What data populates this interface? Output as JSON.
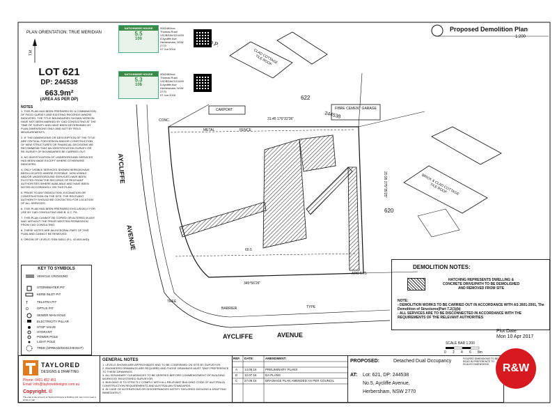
{
  "header": {
    "title": "Proposed Demolition Plan",
    "scale": "1:200",
    "orientation": "PLAN ORIENTATION: TRUE MERIDIAN",
    "tm": "T.M."
  },
  "lot": {
    "lot_no": "LOT 621",
    "dp": "DP: 244538",
    "area": "663.9m²",
    "area_note": "(AREA AS PER DP)"
  },
  "certificates": [
    {
      "brand": "NATIONWIDE HOUSE",
      "stars": "5.5",
      "rating": "100",
      "info": [
        "0002489xxx",
        "Thomas Rush",
        "VIC/BDAV/12/1490",
        "5 Aycliffe Ave",
        "Herbersham, NSW",
        "2770",
        "07 Jun 2016"
      ]
    },
    {
      "brand": "NATIONWIDE HOUSE",
      "stars": "5.3",
      "rating": "106",
      "info": [
        "0002489xxx",
        "Thomas Rush",
        "VIC/BDAV/12/1490",
        "5 Aycliffe Ave",
        "Herbersham, NSW",
        "2770",
        "07 Jun 2016"
      ]
    }
  ],
  "notes": {
    "title": "NOTES",
    "items": [
      "1. THIS PLAN HAS BEEN PREPARED BY A COMBINATION OF FIELD SURVEY AND EXISTING RECORDS WHERE INDICATED. THE TITLE BOUNDARIES SHOWN HEREON HAVE NOT BEEN MARKED BY CAD CONSULTING AT THE TIME OF SURVEY AND HAVE BEEN DETERMINED BY PLAN DIMENSIONS ONLY AND NOT BY FIELD MEASUREMENTS.",
      "2. IF THE DIMENSIONS OR DESCRIPTION OF THE TITLE ARE CRITICAL FOR DESIGN AND/OR CONSTRUCTION OF NEW STRUCTURES OR FINANCIAL DECISIONS WE RECOMMEND THAT AN IDENTIFICATION SURVEY OR RE-SURVEY OF BOUNDARIES BE CARRIED OUT.",
      "3. NO INVESTIGATION OF UNDERGROUND SERVICES HAS BEEN MADE EXCEPT WHERE OTHERWISE INDICATED.",
      "4. ONLY VISIBLE SERVICES SHOWN HEREON HAVE BEEN LOCATED WHERE POSSIBLE. NON VISIBLE AND/OR UNDERGROUND SERVICES HAVE BEEN PLOTTED FROM THE RECORDS OF RELEVANT AUTHORITIES WHERE AVAILABLE AND HAVE BEEN NOTED ACCORDINGLY ON THIS PLAN.",
      "5. PRIOR TO ANY DEMOLITION, EXCAVATION OR CONSTRUCTION ON THE SITE, THE RELEVANT AUTHORITY SHOULD BE CONTACTED FOR LOCATION OF ALL SERVICES.",
      "6. THIS PLAN HAS BEEN PREPARED EXCLUSIVELY FOR USE BY CAD CONSULTING AND B. & C. P/L.",
      "7. THIS PLAN CANNOT BE COPIED OR ALTERED IN ANY WAY WITHOUT THE PRIOR WRITTEN PERMISSION FROM CAD CONSULTING.",
      "8. THESE NOTES ARE AN INTEGRAL PART OF THIS PLAN AND CANNOT BE REMOVED.",
      "9. ORIGIN OF LEVELS: SSM 54511 (R.L. 63.603 AHD)"
    ]
  },
  "key": {
    "title": "KEY TO SYMBOLS",
    "items": [
      "VEHICLE CROSSING",
      "STORMWATER PIT",
      "KERB INLET PIT",
      "TELSTRA PIT",
      "OPTUS PIT",
      "SEWER MAN HOLE",
      "ELECTRICITY PILLAR",
      "STOP VALVE",
      "HYDRANT",
      "POWER POLE",
      "LIGHT POLE",
      "TREE (SPREAD/DIAM./HEIGHT)"
    ]
  },
  "plan": {
    "street_upper": "AYCLIFFE",
    "street_upper2": "AVENUE",
    "street_lower": "AYCLIFFE",
    "street_lower2": "AVENUE",
    "dp_top": "D.P.",
    "lot_622": "622",
    "lot_620": "620",
    "dp_num": "244538",
    "carport": "CARPORT",
    "garage": "FIBRE CEMENT GARAGE",
    "clad_cottage": "CLAD COTTAGE TILE ROOF",
    "brick_cottage": "BRICK & CLAD COTTAGE TILE ROOF",
    "fence_label": "FENCE",
    "metal_label": "METAL",
    "conc_label": "CONC.",
    "bearing_top": "31.45  176°22'36\"",
    "dim_right": "20.95  275°35'25\"",
    "bearing_bottom": "345°56'26\"",
    "dim_bottom": "60.5",
    "barrier": "BARRIER",
    "type": "TYPE",
    "tree": "TREE",
    "arc": "ARC 6.75"
  },
  "demolition": {
    "title": "DEMOLITION NOTES:",
    "hatch_text": "HATCHING REPRESENTS DWELLING & CONCRETE DRIVE/PATH TO BE DEMOLISHED AND REMOVED FROM SITE",
    "note_title": "NOTE:",
    "note_1": "- DEMOLITION WORKS TO BE CARRIED OUT IN ACCORDANCE WITH AS 2601-2001, The Demolition of Structures(Part 7.2(1)(b)",
    "note_2": "- ALL SERVICES ARE TO BE DISCONNECTED IN ACCORDANCE WITH THE REQUIREMENTS OF THE RELEVANT AUTHORITIES"
  },
  "plot": {
    "label": "Plot Date",
    "date": "Mon 10 Apr 2017",
    "scale_bar": "SCALE BAR 1:200",
    "ticks": [
      "0",
      "2",
      "4",
      "6",
      "8m"
    ]
  },
  "footer": {
    "company": "TAYLORED",
    "company2": "DESIGNS & DRAFTING",
    "phone": "Phone: 0401 452 451",
    "email": "Email: info@tayloreddesigns.com.au",
    "copyright": "Copyright. ©",
    "copy_note": "This plan is the property of Taylored Designs & Drafting and may not be used in whole or part",
    "general_title": "GENERAL NOTES",
    "general": [
      "1. LEVELS SHOWN ARE APPROXIMATE AND TO BE CONFIRMED ON SITE BY SURVEYOR.",
      "2. ENGINEERS DRAWINGS ARE REQUIRED AND THOSE DRAWINGS MUST TAKE PREFERENCE TO THESE DRAWINGS.",
      "3. ALL BOUNDARY CLEARANCES TO BE VERIFIED BEFORE COMMENCEMENT OF BUILDING WORKS BY REGISTERED SURVEYOR.",
      "4. BUILDING IS TO STRICTLY COMPLY WITH ALL RELEVANT BUILDING CODE OF AUSTRALIA CONSTRUCTION REQUIREMENTS AND AUSTRALIAN STANDARDS.",
      "5. IN CASE OF ALTERATIONS OR DISCREPANCIES NOTIFY TAYLORED DESIGNS & DRAFTING IMMEDIATELY."
    ],
    "amend_headers": [
      "REF.",
      "DATE:",
      "AMENDMENT:"
    ],
    "amend_rows": [
      [
        "A",
        "14.05.16",
        "PRELIMINARY PLANS"
      ],
      [
        "B",
        "12.07.16",
        "DA PLANS"
      ],
      [
        "C",
        "27.09.16",
        "DRAINAGE PLAN AMENDED AS PER COUNCIL"
      ]
    ],
    "proposed_label": "PROPOSED:",
    "proposed_value": "Detached Dual Occupancy",
    "at_label": "AT:",
    "at_lines": [
      "Lot: 621, DP: 244538",
      "No.5, Aycliffe Avenue,",
      "Herbersham, NSW 2770"
    ],
    "disclaimer": "FIGURED DIMENSIONS TO BE READ IN PREFERENCE TO SCALED DIMENSIONS"
  },
  "badge": {
    "text": "R&W",
    "color": "#d71920"
  },
  "colors": {
    "line": "#111111",
    "hatch": "#222222"
  }
}
